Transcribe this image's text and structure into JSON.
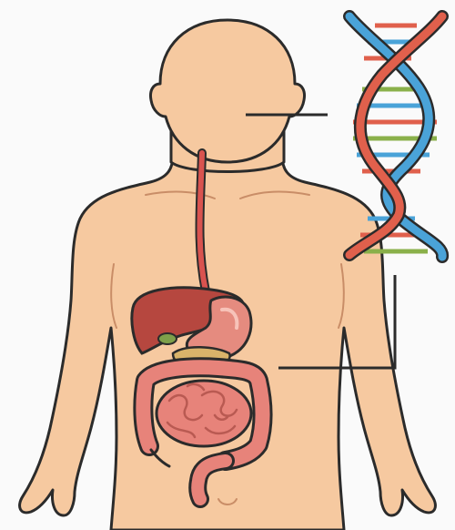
{
  "figure": {
    "kind": "illustration",
    "labels": []
  },
  "colors": {
    "background": "#fafafa",
    "skin": "#f6c9a0",
    "skin_shadow": "#e9ad83",
    "outline": "#2b2b2b",
    "esophagus": "#d9534f",
    "liver": "#b6473f",
    "stomach": "#e58b7f",
    "pancreas": "#d9b36a",
    "gallbladder": "#7ea04a",
    "intestine": "#e7837a",
    "dna_red": "#e0604c",
    "dna_blue": "#4aa3d8",
    "dna_green": "#8ab04a",
    "connector": "#2b2b2b"
  },
  "parts": [
    "head",
    "neck",
    "torso",
    "left-arm",
    "right-arm",
    "esophagus",
    "liver",
    "gallbladder",
    "stomach",
    "pancreas",
    "small-intestine",
    "large-intestine",
    "rectum",
    "dna-double-helix",
    "connector-head-dna",
    "connector-abdomen-dna"
  ]
}
